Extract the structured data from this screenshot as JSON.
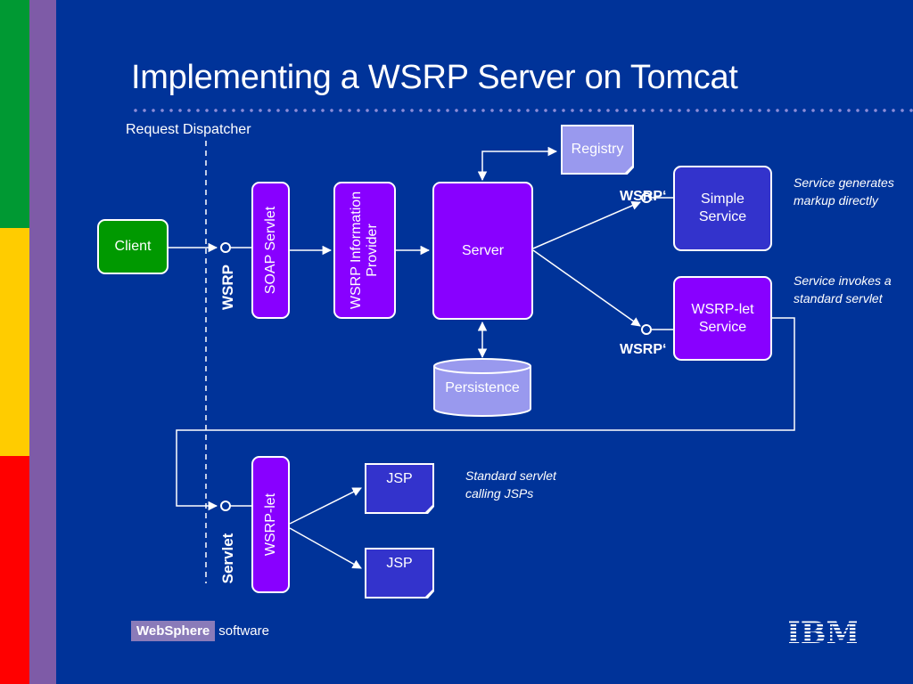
{
  "slide": {
    "title": "Implementing a WSRP Server on Tomcat",
    "colors": {
      "background": "#003399",
      "stripe_green": "#009933",
      "stripe_yellow": "#ffcc00",
      "stripe_red": "#ff0000",
      "side_bar": "#7e5ba7",
      "box_purple": "#8800ff",
      "box_blue": "#3333cc",
      "box_green": "#009900",
      "connector": "#ffffff"
    }
  },
  "diagram": {
    "dispatcher_label": "Request Dispatcher",
    "client": "Client",
    "soap_servlet": "SOAP Servlet",
    "wsrp_provider_line1": "WSRP Information",
    "wsrp_provider_line2": "Provider",
    "registry": "Registry",
    "server": "Server",
    "persistence": "Persistence",
    "simple_service_line1": "Simple",
    "simple_service_line2": "Service",
    "wsrplet_service_line1": "WSRP-let",
    "wsrplet_service_line2": "Service",
    "wsrplet": "WSRP-let",
    "jsp_top": "JSP",
    "jsp_bottom": "JSP",
    "port_wsrp": "WSRP",
    "port_wsrp_prime_top": "WSRP‘",
    "port_wsrp_prime_bottom": "WSRP‘",
    "port_servlet": "Servlet",
    "note_simple_line1": "Service generates",
    "note_simple_line2": "markup directly",
    "note_wsrplet_line1": "Service invokes a",
    "note_wsrplet_line2": "standard servlet",
    "note_jsp_line1": "Standard servlet",
    "note_jsp_line2": "calling JSPs"
  },
  "footer": {
    "brand_badge": "WebSphere",
    "brand_word": "software",
    "logo_text": "IBM"
  }
}
